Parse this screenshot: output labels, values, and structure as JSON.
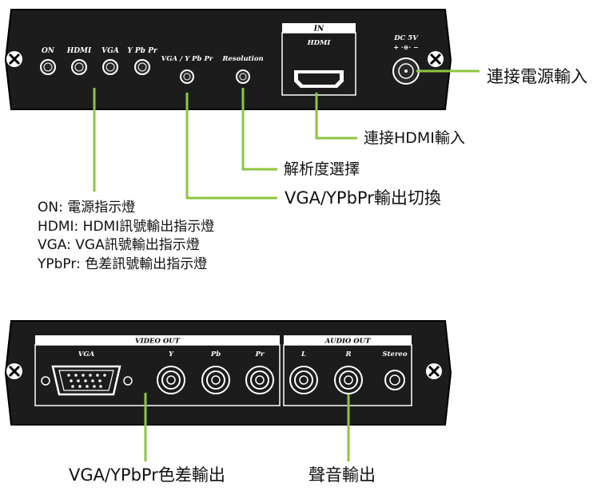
{
  "top_panel": {
    "leds": [
      "ON",
      "HDMI",
      "VGA",
      "Y Pb Pr"
    ],
    "switch_label": "VGA / Y Pb Pr",
    "resolution_label": "Resolution",
    "in_header": "IN",
    "hdmi_label": "HDMI",
    "dc_label": "DC 5V",
    "dc_polarity": "+ ·⊖· −"
  },
  "bottom_panel": {
    "video_header": "VIDEO OUT",
    "audio_header": "AUDIO OUT",
    "video_ports": [
      "VGA",
      "Y",
      "Pb",
      "Pr"
    ],
    "audio_ports": [
      "L",
      "R",
      "Stereo"
    ]
  },
  "callouts": {
    "power_input": "連接電源輸入",
    "hdmi_input": "連接HDMI輸入",
    "resolution_select": "解析度選擇",
    "switch_output": "VGA/YPbPr輸出切換",
    "component_output": "VGA/YPbPr色差輸出",
    "audio_output": "聲音輸出"
  },
  "legend": [
    "ON: 電源指示燈",
    "HDMI: HDMI訊號輸出指示燈",
    "VGA: VGA訊號輸出指示燈",
    "YPbPr: 色差訊號輸出指示燈"
  ],
  "colors": {
    "panel": "#1c1c1c",
    "panel_label": "#ffffff",
    "leader_line": "#8dc63f",
    "text": "#111111"
  }
}
